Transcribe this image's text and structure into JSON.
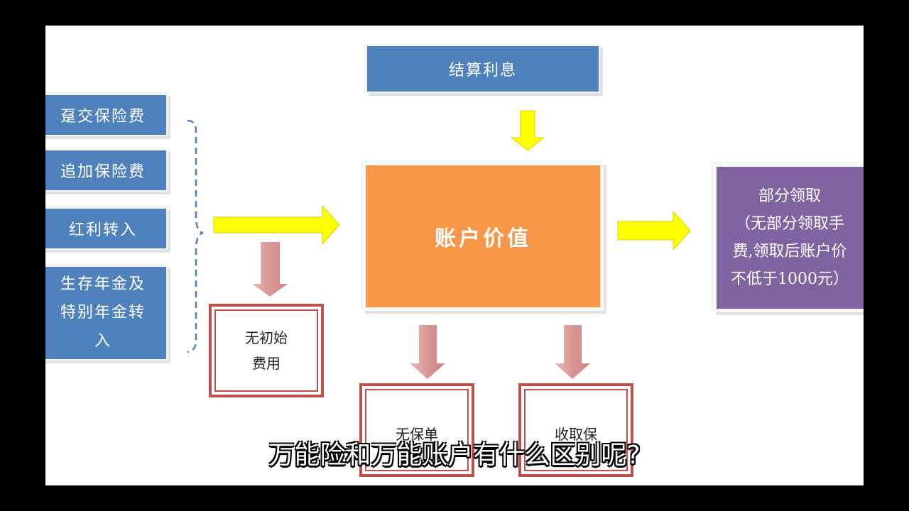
{
  "diagram": {
    "top_box": "结算利息",
    "left_boxes": [
      "趸交保险费",
      "追加保险费",
      "红利转入",
      "生存年金及\n特别年金转\n入"
    ],
    "center_box": "账户价值",
    "right_box": "部分领取\n（无部分领取手\n费,领取后账户价\n不低于1000元）",
    "bottom_boxes": [
      "无初始\n费用",
      "无保单",
      "收取保"
    ]
  },
  "caption": "万能险和万能账户有什么区别呢?",
  "colors": {
    "blue": "#4f81bd",
    "orange": "#f79646",
    "purple": "#8064a2",
    "red": "#c0504d",
    "yellow_arrow": "#ffff00",
    "pink_arrow": "#d99694",
    "brace": "#4f81bd"
  }
}
